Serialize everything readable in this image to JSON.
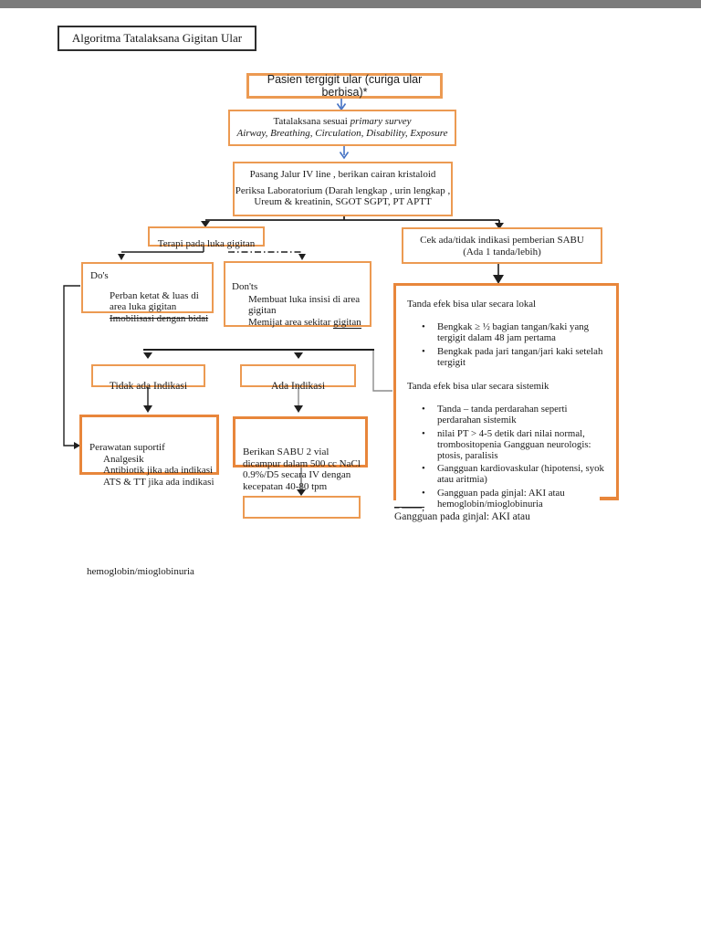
{
  "page": {
    "kind": "flowchart-document-page",
    "colors": {
      "accent_orange": "#EC9A52",
      "accent_orange_thick": "#E8863B",
      "arrow_blue": "#4472C4",
      "connector_black": "#1f1f1f",
      "connector_gray": "#8c8c8c",
      "top_strip_gray": "#7b7b7b"
    }
  },
  "title": {
    "label": "Algoritma Tatalaksana Gigitan Ular"
  },
  "flow": {
    "patient": {
      "label": "Pasien tergigit ular (curiga ular berbisa)*"
    },
    "primary_survey": {
      "line1_normal": "Tatalaksana sesuai ",
      "line1_italic": "primary survey",
      "line2": "Airway, Breathing, Circulation, Disability, Exposure"
    },
    "iv_lab": {
      "line1": "Pasang Jalur IV line , berikan cairan kristaloid",
      "line2": "Periksa Laboratorium (Darah lengkap , urin lengkap ,",
      "line3": "Ureum & kreatinin, SGOT SGPT, PT APTT"
    },
    "wound_care": {
      "label": "Terapi pada luka gigitan"
    },
    "dos": {
      "heading": "Do's",
      "item1": "Perban ketat & luas di area luka gigitan",
      "item2_struck": "Imobilisasi dengan bidai"
    },
    "donts": {
      "heading": "Don'ts",
      "item1": "Membuat luka insisi di area gigitan",
      "item2_normal": "Memijat area sekitar ",
      "item2_underlined": "gigitan"
    },
    "no_indication": {
      "label": "Tidak ada Indikasi"
    },
    "indication": {
      "label": "Ada Indikasi"
    },
    "supportive": {
      "line1": "Perawatan suportif",
      "item1": "Analgesik",
      "item2": "Antibiotik jika ada indikasi",
      "item3": "ATS & TT jika ada indikasi"
    },
    "sabu_dose": {
      "text": "Berikan SABU 2 vial dicampur dalam 500 cc NaCl 0.9%/D5 secara IV dengan kecepatan 40-80 tpm"
    },
    "check_sabu": {
      "line1": "Cek ada/tidak indikasi pemberian SABU",
      "line2": "(Ada 1 tanda/lebih)"
    },
    "criteria": {
      "local_heading": "Tanda efek bisa ular secara lokal",
      "local_bullets": [
        "Bengkak ≥ ½ bagian tangan/kaki yang tergigit dalam 48 jam pertama",
        "Bengkak pada jari tangan/jari kaki setelah tergigit"
      ],
      "systemic_heading": "Tanda efek bisa ular secara sistemik",
      "systemic_bullets": [
        "Tanda – tanda perdarahan seperti perdarahan sistemik",
        "nilai PT > 4-5 detik dari nilai normal, trombositopenia Gangguan neurologis: ptosis, paralisis",
        "Gangguan kardiovaskular (hipotensi, syok atau aritmia)",
        "Gangguan pada ginjal: AKI atau hemoglobin/mioglobinuria"
      ]
    },
    "below_criteria": {
      "struck_fragment": "– ——,",
      "line": "Gangguan pada ginjal: AKI atau"
    },
    "stray_text": "hemoglobin/mioglobinuria"
  }
}
